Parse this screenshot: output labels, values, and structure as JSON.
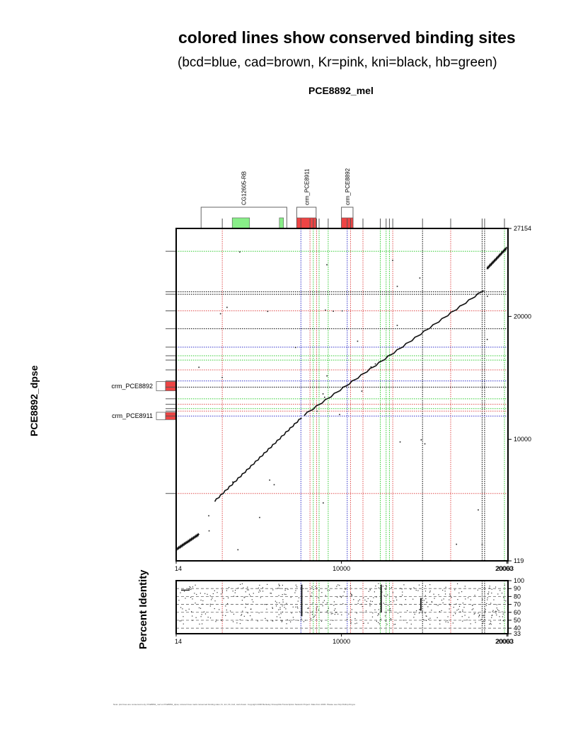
{
  "header": {
    "title": "colored lines show conserved binding sites",
    "subtitle": "(bcd=blue, cad=brown, Kr=pink, kni=black, hb=green)",
    "x_sequence": "PCE8892_mel",
    "y_sequence": "PCE8892_dpse"
  },
  "colors": {
    "bcd": "#3333cc",
    "cad": "#996633",
    "Kr": "#e05050",
    "kni": "#000000",
    "hb": "#33cc33",
    "crm_box": "#ee4444",
    "gene_box": "#88ee88"
  },
  "features_x": [
    {
      "label": "CG12605-RB",
      "type": "gene"
    },
    {
      "label": "crm_PCE8911",
      "type": "crm"
    },
    {
      "label": "crm_PCE8892",
      "type": "crm"
    }
  ],
  "features_y": [
    {
      "label": "crm_PCE8892",
      "type": "crm"
    },
    {
      "label": "crm_PCE8911",
      "type": "crm"
    }
  ],
  "chart_data": [
    {
      "type": "scatter",
      "title": "colored lines show conserved binding sites",
      "xlabel": "PCE8892_mel",
      "ylabel": "PCE8892_dpse",
      "xlim": [
        14,
        20063
      ],
      "ylim": [
        119,
        27154
      ],
      "x_tick_labels": [
        "14",
        "10000",
        "20000",
        "20063"
      ],
      "y_tick_labels": [
        "119",
        "10000",
        "20000",
        "27154"
      ],
      "alignment_segments": [
        {
          "x": [
            14,
            1400
          ],
          "y": [
            1050,
            2300
          ]
        },
        {
          "x": [
            2350,
            7600
          ],
          "y": [
            5000,
            11800
          ]
        },
        {
          "x": [
            7750,
            18600
          ],
          "y": [
            12000,
            22150
          ]
        },
        {
          "x": [
            18800,
            20000
          ],
          "y": [
            23900,
            25600
          ]
        }
      ],
      "conserved_sites_x": [
        {
          "factor": "Kr",
          "x": 2800
        },
        {
          "factor": "bcd",
          "x": 7550
        },
        {
          "factor": "Kr",
          "x": 8100
        },
        {
          "factor": "hb",
          "x": 8300
        },
        {
          "factor": "Kr",
          "x": 8500
        },
        {
          "factor": "hb",
          "x": 8650
        },
        {
          "factor": "hb",
          "x": 9200
        },
        {
          "factor": "bcd",
          "x": 10350
        },
        {
          "factor": "Kr",
          "x": 10550
        },
        {
          "factor": "Kr",
          "x": 11300
        },
        {
          "factor": "hb",
          "x": 12350
        },
        {
          "factor": "hb",
          "x": 12700
        },
        {
          "factor": "hb",
          "x": 12900
        },
        {
          "factor": "Kr",
          "x": 13100
        },
        {
          "factor": "kni",
          "x": 14900
        },
        {
          "factor": "Kr",
          "x": 16600
        },
        {
          "factor": "kni",
          "x": 18500
        },
        {
          "factor": "kni",
          "x": 18650
        },
        {
          "factor": "hb",
          "x": 19850
        }
      ],
      "conserved_sites_y": [
        {
          "factor": "hb",
          "y": 25300
        },
        {
          "factor": "kni",
          "y": 22000
        },
        {
          "factor": "kni",
          "y": 21800
        },
        {
          "factor": "Kr",
          "y": 20450
        },
        {
          "factor": "kni",
          "y": 19000
        },
        {
          "factor": "bcd",
          "y": 17500
        },
        {
          "factor": "hb",
          "y": 16800
        },
        {
          "factor": "hb",
          "y": 16450
        },
        {
          "factor": "Kr",
          "y": 15650
        },
        {
          "factor": "bcd",
          "y": 14750
        },
        {
          "factor": "kni",
          "y": 14250
        },
        {
          "factor": "hb",
          "y": 13300
        },
        {
          "factor": "Kr",
          "y": 12850
        },
        {
          "factor": "hb",
          "y": 12500
        },
        {
          "factor": "Kr",
          "y": 12300
        },
        {
          "factor": "bcd",
          "y": 11900
        },
        {
          "factor": "Kr",
          "y": 5600
        }
      ]
    },
    {
      "type": "scatter",
      "ylabel": "Percent Identity",
      "xlim": [
        14,
        20063
      ],
      "ylim": [
        33,
        100
      ],
      "x_tick_labels": [
        "14",
        "10000",
        "20000",
        "20063"
      ],
      "y_tick_labels": [
        "33",
        "40",
        "50",
        "60",
        "70",
        "80",
        "90",
        "100"
      ],
      "grid_lines": [
        40,
        50,
        60,
        70,
        80,
        90
      ]
    }
  ],
  "footer": {
    "text": "Note: plot lines are conserved only, PCE8892_mel vs PCE8892_dpse; colored lines mark conserved binding sites; Kr, kni, hb, bcd, cad shown. Copyright 2006 Berkeley Drosophila Transcription Network Project. Data from 2006. Please see http://bdtnp.lbl.gov"
  }
}
